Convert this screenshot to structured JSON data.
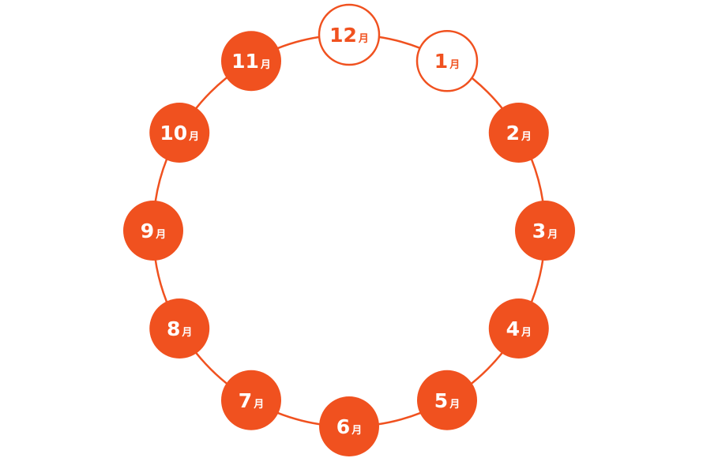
{
  "colors": {
    "accent": "#f0511f",
    "text_on_accent": "#ffffff",
    "background": "#ffffff"
  },
  "unit_label": "月",
  "months": [
    {
      "number": "12",
      "style": "outline"
    },
    {
      "number": "1",
      "style": "outline"
    },
    {
      "number": "2",
      "style": "filled"
    },
    {
      "number": "3",
      "style": "filled"
    },
    {
      "number": "4",
      "style": "filled"
    },
    {
      "number": "5",
      "style": "filled"
    },
    {
      "number": "6",
      "style": "filled"
    },
    {
      "number": "7",
      "style": "filled"
    },
    {
      "number": "8",
      "style": "filled"
    },
    {
      "number": "9",
      "style": "filled"
    },
    {
      "number": "10",
      "style": "filled"
    },
    {
      "number": "11",
      "style": "filled"
    }
  ]
}
